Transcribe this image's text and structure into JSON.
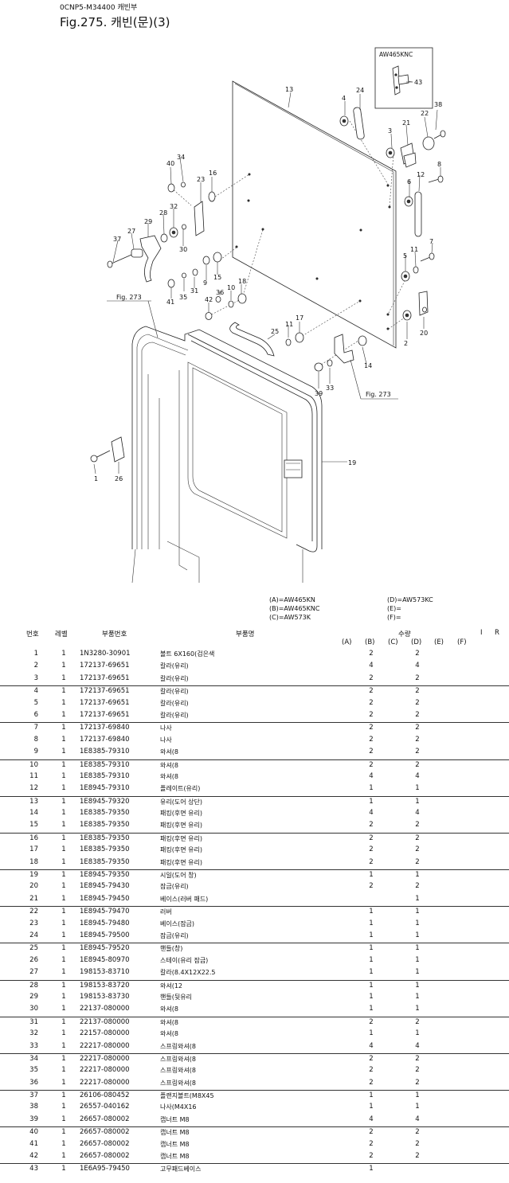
{
  "header": {
    "code": "0CNP5-M34400  캐빈부",
    "title": "Fig.275.  캐빈(문)(3)"
  },
  "diagram": {
    "inset_label": "AW465KNC",
    "ref_labels": [
      "Fig. 273",
      "Fig. 273"
    ],
    "callouts": [
      "1",
      "2",
      "3",
      "4",
      "5",
      "6",
      "7",
      "8",
      "9",
      "10",
      "11",
      "11",
      "12",
      "13",
      "14",
      "15",
      "16",
      "17",
      "18",
      "19",
      "20",
      "21",
      "22",
      "23",
      "24",
      "25",
      "26",
      "27",
      "28",
      "29",
      "30",
      "31",
      "32",
      "33",
      "34",
      "35",
      "36",
      "37",
      "38",
      "39",
      "40",
      "41",
      "42",
      "43"
    ]
  },
  "models": {
    "a": "(A)=AW465KN",
    "b": "(B)=AW465KNC",
    "c": "(C)=AW573K",
    "d": "(D)=AW573KC",
    "e": "(E)=",
    "f": "(F)="
  },
  "columns": {
    "no": "번호",
    "level": "레벨",
    "part_no": "부품번호",
    "name": "부품명",
    "qty": "수량",
    "a": "(A)",
    "b": "(B)",
    "c": "(C)",
    "d": "(D)",
    "e": "(E)",
    "f": "(F)",
    "i": "I",
    "r": "R"
  },
  "parts": [
    {
      "no": "1",
      "level": "1",
      "part_no": "1N3280-30901",
      "name": "볼트 6X160(검은색",
      "b": "2",
      "d": "2"
    },
    {
      "no": "2",
      "level": "1",
      "part_no": "172137-69651",
      "name": "칼라(유리)",
      "b": "4",
      "d": "4"
    },
    {
      "no": "3",
      "level": "1",
      "part_no": "172137-69651",
      "name": "칼라(유리)",
      "b": "2",
      "d": "2"
    },
    {
      "no": "4",
      "level": "1",
      "part_no": "172137-69651",
      "name": "칼라(유리)",
      "b": "2",
      "d": "2"
    },
    {
      "no": "5",
      "level": "1",
      "part_no": "172137-69651",
      "name": "칼라(유리)",
      "b": "2",
      "d": "2"
    },
    {
      "no": "6",
      "level": "1",
      "part_no": "172137-69651",
      "name": "칼라(유리)",
      "b": "2",
      "d": "2"
    },
    {
      "no": "7",
      "level": "1",
      "part_no": "172137-69840",
      "name": "나사",
      "b": "2",
      "d": "2"
    },
    {
      "no": "8",
      "level": "1",
      "part_no": "172137-69840",
      "name": "나사",
      "b": "2",
      "d": "2"
    },
    {
      "no": "9",
      "level": "1",
      "part_no": "1E8385-79310",
      "name": "와셔(8",
      "b": "2",
      "d": "2"
    },
    {
      "no": "10",
      "level": "1",
      "part_no": "1E8385-79310",
      "name": "와셔(8",
      "b": "2",
      "d": "2"
    },
    {
      "no": "11",
      "level": "1",
      "part_no": "1E8385-79310",
      "name": "와셔(8",
      "b": "4",
      "d": "4"
    },
    {
      "no": "12",
      "level": "1",
      "part_no": "1E8945-79310",
      "name": "플레이트(유리)",
      "b": "1",
      "d": "1"
    },
    {
      "no": "13",
      "level": "1",
      "part_no": "1E8945-79320",
      "name": "유리(도어 상단)",
      "b": "1",
      "d": "1"
    },
    {
      "no": "14",
      "level": "1",
      "part_no": "1E8385-79350",
      "name": "패킹(후면 유리)",
      "b": "4",
      "d": "4"
    },
    {
      "no": "15",
      "level": "1",
      "part_no": "1E8385-79350",
      "name": "패킹(후면 유리)",
      "b": "2",
      "d": "2"
    },
    {
      "no": "16",
      "level": "1",
      "part_no": "1E8385-79350",
      "name": "패킹(후면 유리)",
      "b": "2",
      "d": "2"
    },
    {
      "no": "17",
      "level": "1",
      "part_no": "1E8385-79350",
      "name": "패킹(후면 유리)",
      "b": "2",
      "d": "2"
    },
    {
      "no": "18",
      "level": "1",
      "part_no": "1E8385-79350",
      "name": "패킹(후면 유리)",
      "b": "2",
      "d": "2"
    },
    {
      "no": "19",
      "level": "1",
      "part_no": "1E8945-79350",
      "name": "시일(도어 창)",
      "b": "1",
      "d": "1"
    },
    {
      "no": "20",
      "level": "1",
      "part_no": "1E8945-79430",
      "name": "잠금(유리)",
      "b": "2",
      "d": "2"
    },
    {
      "no": "21",
      "level": "1",
      "part_no": "1E8945-79450",
      "name": "베이스(러버 패드)",
      "b": "",
      "d": "1"
    },
    {
      "no": "22",
      "level": "1",
      "part_no": "1E8945-79470",
      "name": "러버",
      "b": "1",
      "d": "1"
    },
    {
      "no": "23",
      "level": "1",
      "part_no": "1E8945-79480",
      "name": "베이스(잠금)",
      "b": "1",
      "d": "1"
    },
    {
      "no": "24",
      "level": "1",
      "part_no": "1E8945-79500",
      "name": "잠금(유리)",
      "b": "1",
      "d": "1"
    },
    {
      "no": "25",
      "level": "1",
      "part_no": "1E8945-79520",
      "name": "핸들(창)",
      "b": "1",
      "d": "1"
    },
    {
      "no": "26",
      "level": "1",
      "part_no": "1E8945-80970",
      "name": "스테이(유리 잠금)",
      "b": "1",
      "d": "1"
    },
    {
      "no": "27",
      "level": "1",
      "part_no": "198153-83710",
      "name": "칼라(8.4X12X22.5",
      "b": "1",
      "d": "1"
    },
    {
      "no": "28",
      "level": "1",
      "part_no": "198153-83720",
      "name": "와셔(12",
      "b": "1",
      "d": "1"
    },
    {
      "no": "29",
      "level": "1",
      "part_no": "198153-83730",
      "name": "핸들(뒷유리",
      "b": "1",
      "d": "1"
    },
    {
      "no": "30",
      "level": "1",
      "part_no": "22137-080000",
      "name": "와셔(8",
      "b": "1",
      "d": "1"
    },
    {
      "no": "31",
      "level": "1",
      "part_no": "22137-080000",
      "name": "와셔(8",
      "b": "2",
      "d": "2"
    },
    {
      "no": "32",
      "level": "1",
      "part_no": "22157-080000",
      "name": "와셔(8",
      "b": "1",
      "d": "1"
    },
    {
      "no": "33",
      "level": "1",
      "part_no": "22217-080000",
      "name": "스프링와셔(8",
      "b": "4",
      "d": "4"
    },
    {
      "no": "34",
      "level": "1",
      "part_no": "22217-080000",
      "name": "스프링와셔(8",
      "b": "2",
      "d": "2"
    },
    {
      "no": "35",
      "level": "1",
      "part_no": "22217-080000",
      "name": "스프링와셔(8",
      "b": "2",
      "d": "2"
    },
    {
      "no": "36",
      "level": "1",
      "part_no": "22217-080000",
      "name": "스프링와셔(8",
      "b": "2",
      "d": "2"
    },
    {
      "no": "37",
      "level": "1",
      "part_no": "26106-080452",
      "name": "플랜지볼트(M8X45",
      "b": "1",
      "d": "1"
    },
    {
      "no": "38",
      "level": "1",
      "part_no": "26557-040162",
      "name": "나사(M4X16",
      "b": "1",
      "d": "1"
    },
    {
      "no": "39",
      "level": "1",
      "part_no": "26657-080002",
      "name": "캡너트 M8",
      "b": "4",
      "d": "4"
    },
    {
      "no": "40",
      "level": "1",
      "part_no": "26657-080002",
      "name": "캡너트 M8",
      "b": "2",
      "d": "2"
    },
    {
      "no": "41",
      "level": "1",
      "part_no": "26657-080002",
      "name": "캡너트 M8",
      "b": "2",
      "d": "2"
    },
    {
      "no": "42",
      "level": "1",
      "part_no": "26657-080002",
      "name": "캡너트 M8",
      "b": "2",
      "d": "2"
    },
    {
      "no": "43",
      "level": "1",
      "part_no": "1E6A95-79450",
      "name": "고무패드베이스",
      "b": "1",
      "d": ""
    }
  ]
}
